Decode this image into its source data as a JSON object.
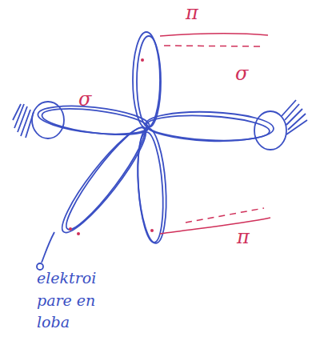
{
  "diagram": {
    "labels": [
      "π",
      "σ",
      "σ",
      "π",
      "elektroi pare en loba"
    ]
  }
}
